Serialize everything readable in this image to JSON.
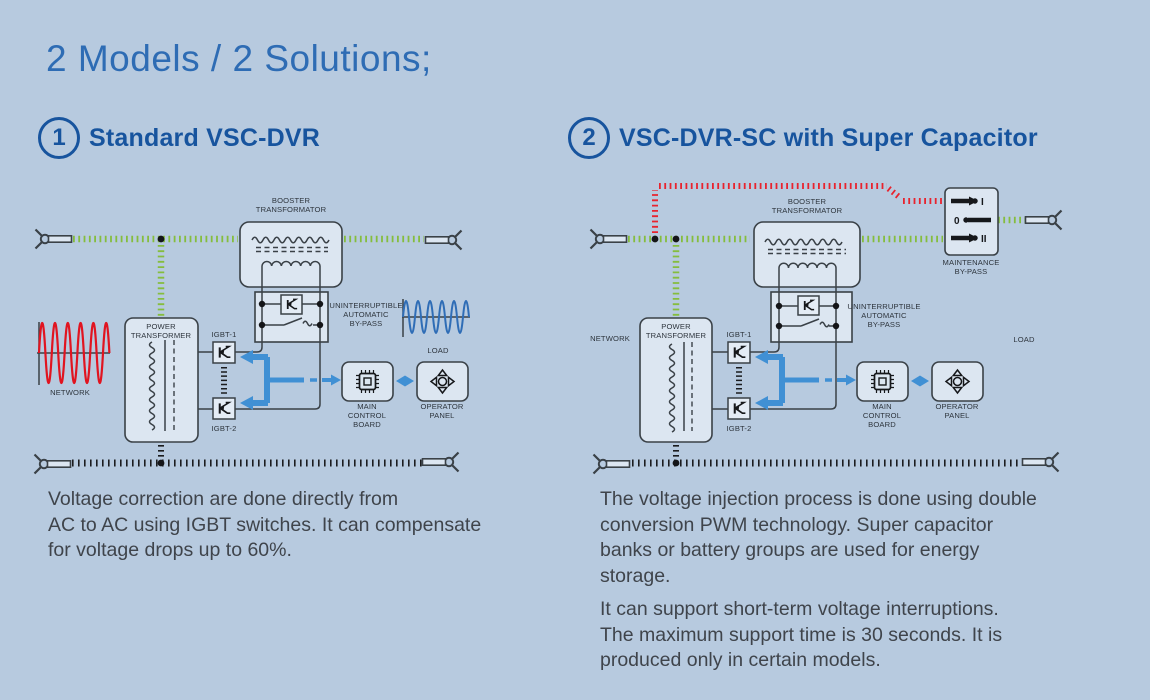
{
  "page": {
    "title": "2 Models / 2 Solutions;"
  },
  "colors": {
    "background": "#b7cadf",
    "heading_blue": "#17549e",
    "title_blue": "#2e6cb4",
    "line_green": "#85bd3e",
    "line_red": "#e8232e",
    "arrow_blue": "#4090d4",
    "sine_red": "#e11420",
    "sine_blue": "#2f6db6",
    "wire_dark": "#3a4147",
    "box_fill": "#dce6f1",
    "body_text": "#3f444b"
  },
  "icons": {
    "disconnector": "knife-switch",
    "igbt": "igbt-transistor",
    "chip": "microchip",
    "nav": "direction-pad"
  },
  "model1": {
    "number": "1",
    "heading": "Standard VSC-DVR",
    "description": "Voltage correction are done directly from\nAC to AC using IGBT switches. It can compensate\nfor voltage drops up to 60%.",
    "diagram": {
      "network_label": "NETWORK",
      "booster_label": "BOOSTER\nTRANSFORMATOR",
      "power_label": "POWER\nTRANSFORMER",
      "igbt1_label": "IGBT-1",
      "igbt2_label": "IGBT-2",
      "bypass_label": "UNINTERRUPTIBLE\nAUTOMATIC\nBY-PASS",
      "load_label": "LOAD",
      "mcb_label": "MAIN\nCONTROL\nBOARD",
      "op_label": "OPERATOR\nPANEL"
    }
  },
  "model2": {
    "number": "2",
    "heading": "VSC-DVR-SC with Super Capacitor",
    "description1": "The voltage injection process is done using double\nconversion PWM technology. Super capacitor\nbanks or battery groups are used for energy\nstorage.",
    "description2": "It can support short-term voltage interruptions.\nThe maximum support time is 30 seconds. It is\nproduced only in certain models.",
    "diagram": {
      "network_label": "NETWORK",
      "booster_label": "BOOSTER\nTRANSFORMATOR",
      "power_label": "POWER\nTRANSFORMER",
      "igbt1_label": "IGBT-1",
      "igbt2_label": "IGBT-2",
      "bypass_label": "UNINTERRUPTIBLE\nAUTOMATIC\nBY-PASS",
      "load_label": "LOAD",
      "mcb_label": "MAIN\nCONTROL\nBOARD",
      "op_label": "OPERATOR\nPANEL",
      "maintenance_label": "MAINTENANCE\nBY-PASS",
      "switch_positions": {
        "p1": "I",
        "p2": "0",
        "p3": "II"
      }
    }
  }
}
